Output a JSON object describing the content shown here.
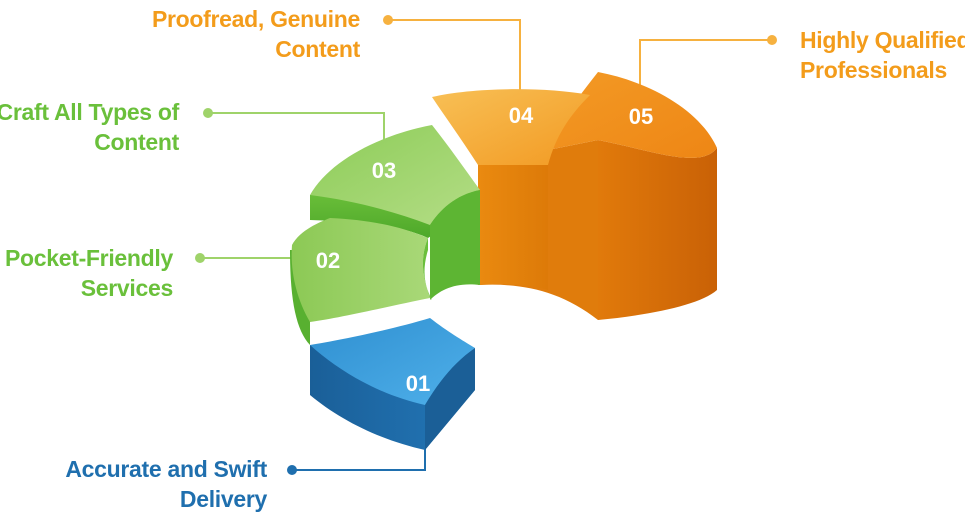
{
  "segments": [
    {
      "number": "01",
      "line1": "Accurate and Swift",
      "line2": "Delivery",
      "color": "#1f6fae"
    },
    {
      "number": "02",
      "line1": "Pocket-Friendly",
      "line2": "Services",
      "color": "#6ac03b"
    },
    {
      "number": "03",
      "line1": "Craft All Types of",
      "line2": "Content",
      "color": "#6ac03b"
    },
    {
      "number": "04",
      "line1": "Proofread, Genuine",
      "line2": "Content",
      "color": "#f39c1b"
    },
    {
      "number": "05",
      "line1": "Highly Qualified",
      "line2": "Professionals",
      "color": "#f39c1b"
    }
  ],
  "palette": {
    "blue_top": "#3ea0de",
    "blue_side": "#1d6aa8",
    "green_top": "#9fd36a",
    "green_side": "#5bb532",
    "orange_light_top": "#f6b13f",
    "orange_light_side": "#e88a12",
    "orange_top": "#f39322",
    "orange_side": "#d96f0a"
  }
}
